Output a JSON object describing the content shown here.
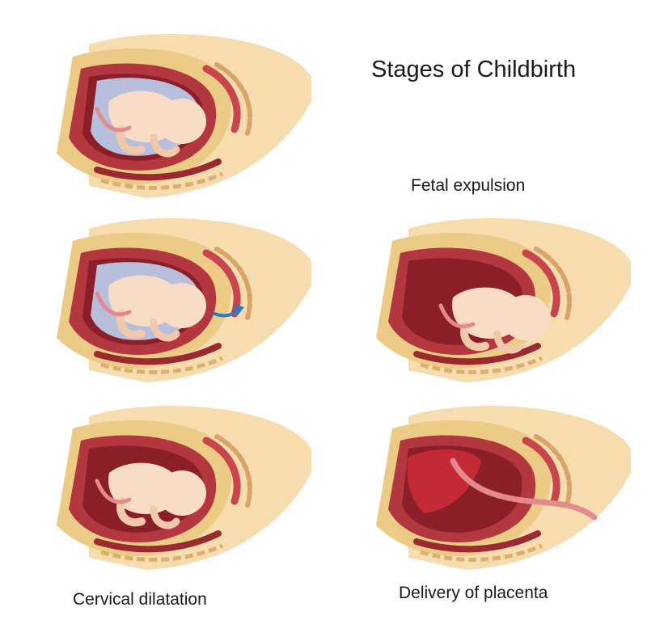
{
  "title": "Stages of Childbirth",
  "labels": {
    "fetal_expulsion": "Fetal expulsion",
    "cervical_dilatation": "Cervical dilatation",
    "delivery_of_placenta": "Delivery of placenta"
  },
  "colors": {
    "skin": "#f6dcae",
    "fat_layer": "#eccb86",
    "muscle_wall": "#b3373f",
    "uterus_cavity": "#8a1f29",
    "amniotic_fluid": "#bcd0f0",
    "fetus": "#f8dcc6",
    "placenta": "#c42a35",
    "cord": "#e38a8e",
    "arrow": "#2e79bf"
  },
  "panels": [
    {
      "id": "stage-term",
      "fetus": true,
      "fluid": true,
      "arrow": false,
      "placenta": false
    },
    {
      "id": "stage-membrane-rupture",
      "fetus": true,
      "fluid": true,
      "arrow": true,
      "placenta": false
    },
    {
      "id": "stage-cervical-dilatation",
      "fetus": true,
      "fluid": false,
      "arrow": false,
      "placenta": false
    },
    {
      "id": "stage-fetal-expulsion",
      "fetus": true,
      "fluid": false,
      "arrow": false,
      "placenta": false
    },
    {
      "id": "stage-delivery-placenta",
      "fetus": false,
      "fluid": false,
      "arrow": false,
      "placenta": true
    }
  ]
}
